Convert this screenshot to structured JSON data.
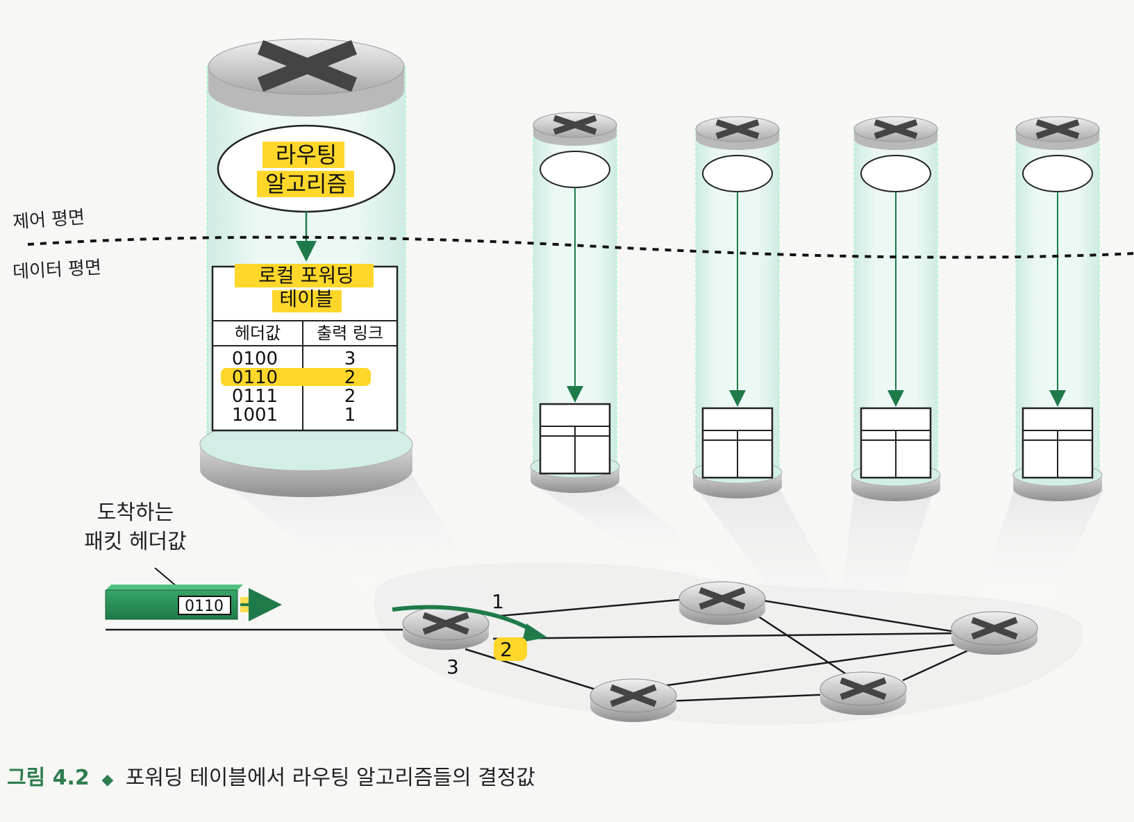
{
  "planes": {
    "control": "제어 평면",
    "data": "데이터 평면"
  },
  "main_router": {
    "algorithm_line1": "라우팅",
    "algorithm_line2": "알고리즘",
    "table_title_line1": "로컬 포워딩",
    "table_title_line2": "테이블",
    "columns": [
      "헤더값",
      "출력 링크"
    ],
    "rows": [
      {
        "header": "0100",
        "link": "3"
      },
      {
        "header": "0110",
        "link": "2",
        "highlighted": true
      },
      {
        "header": "0111",
        "link": "2"
      },
      {
        "header": "1001",
        "link": "1"
      }
    ]
  },
  "packet": {
    "label_line1": "도착하는",
    "label_line2": "패킷 헤더값",
    "header_value": "0110"
  },
  "ports": {
    "p1": "1",
    "p2": "2",
    "p3": "3"
  },
  "caption": {
    "figure": "그림 4.2",
    "bullet": "◆",
    "text": "포워딩 테이블에서 라우팅 알고리즘들의 결정값"
  },
  "colors": {
    "highlight": "#ffd72a",
    "accent_green": "#1f7a4a",
    "router_body": "#c8c8c8",
    "cylinder_glow": "#d6f1ea"
  }
}
